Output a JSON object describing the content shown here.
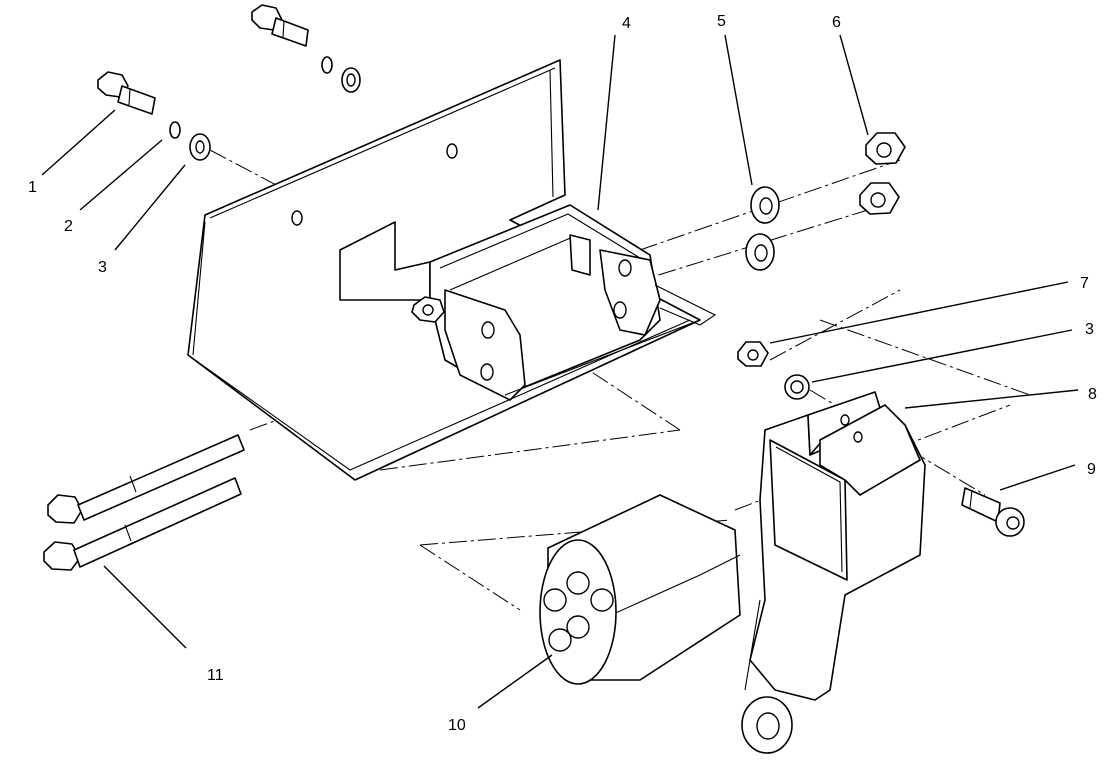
{
  "diagram": {
    "callouts": [
      "1",
      "2",
      "3",
      "4",
      "5",
      "6",
      "7",
      "3",
      "8",
      "9",
      "10",
      "11"
    ]
  }
}
